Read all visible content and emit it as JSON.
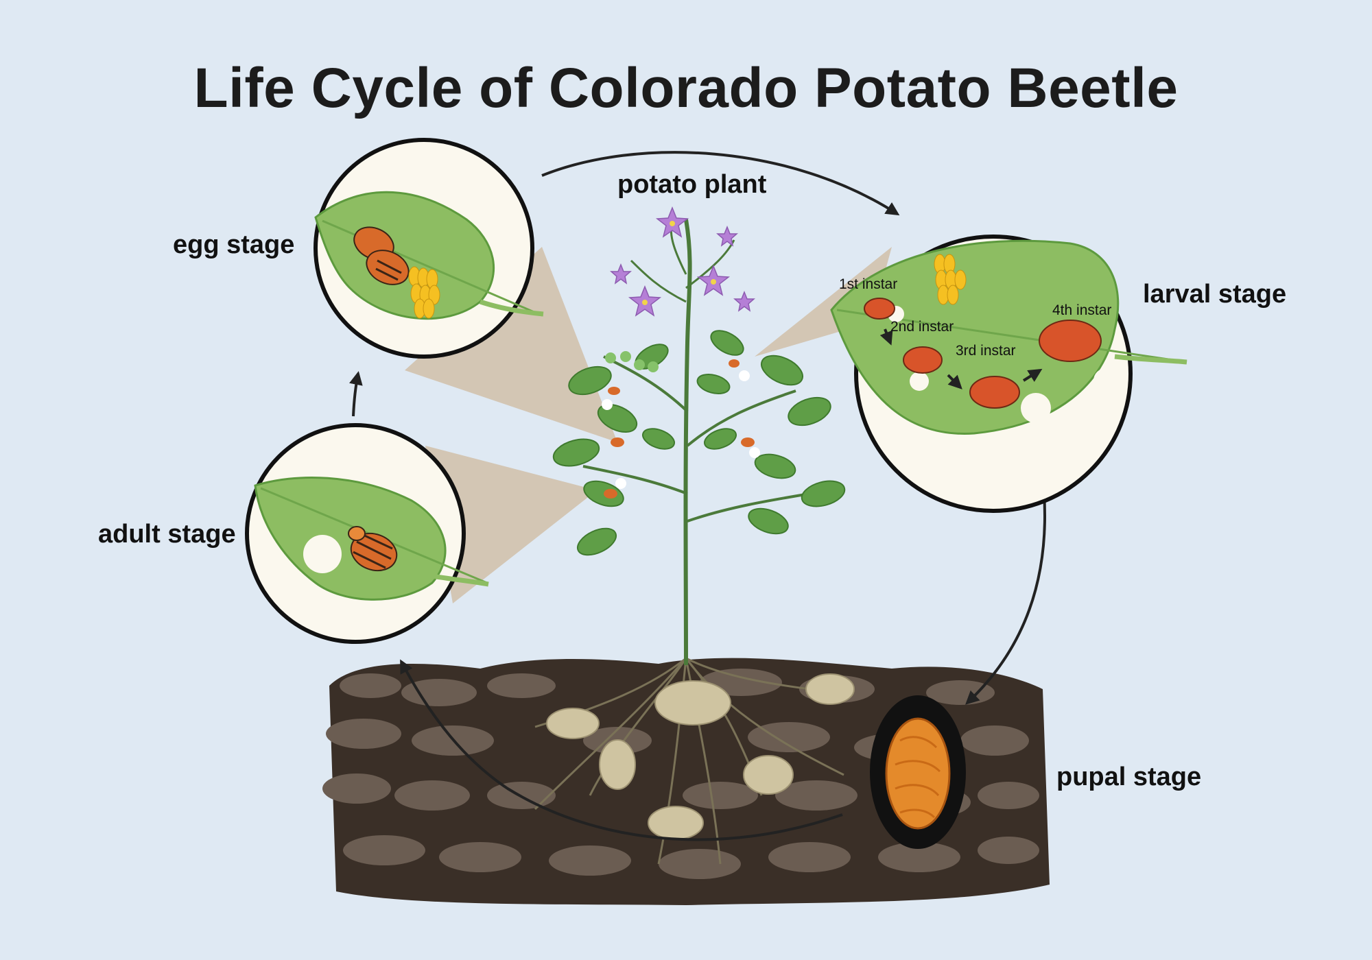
{
  "title": "Life Cycle of Colorado Potato Beetle",
  "labels": {
    "potato_plant": "potato plant",
    "egg_stage": "egg stage",
    "larval_stage": "larval stage",
    "pupal_stage": "pupal stage",
    "adult_stage": "adult stage"
  },
  "instars": [
    "1st instar",
    "2nd instar",
    "3rd instar",
    "4th instar"
  ],
  "colors": {
    "background": "#dfe9f3",
    "leaf": "#8dbd62",
    "leaf_dark": "#5d9a3e",
    "soil_dark": "#3a2f27",
    "soil_stone": "#6b5d52",
    "beetle_orange": "#d8642a",
    "egg_yellow": "#f5c022",
    "flower_purple": "#b57fd6",
    "arrow": "#222222",
    "circle_fill": "#fbf8ee",
    "cone": "#d3c6b4"
  }
}
